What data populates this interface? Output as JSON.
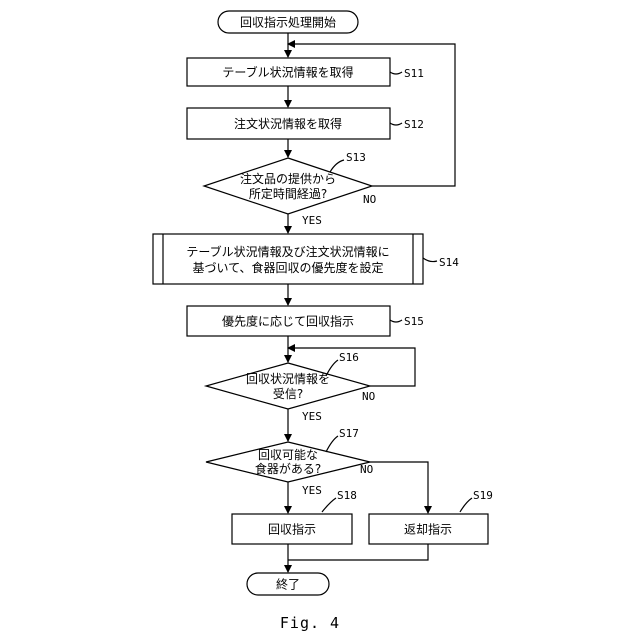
{
  "flowchart": {
    "start": "回収指示処理開始",
    "s11": {
      "text": "テーブル状況情報を取得",
      "label": "S11"
    },
    "s12": {
      "text": "注文状況情報を取得",
      "label": "S12"
    },
    "s13": {
      "line1": "注文品の提供から",
      "line2": "所定時間経過?",
      "label": "S13"
    },
    "s14": {
      "line1": "テーブル状況情報及び注文状況情報に",
      "line2": "基づいて、食器回収の優先度を設定",
      "label": "S14"
    },
    "s15": {
      "text": "優先度に応じて回収指示",
      "label": "S15"
    },
    "s16": {
      "line1": "回収状況情報を",
      "line2": "受信?",
      "label": "S16"
    },
    "s17": {
      "line1": "回収可能な",
      "line2": "食器がある?",
      "label": "S17"
    },
    "s18": {
      "text": "回収指示",
      "label": "S18"
    },
    "s19": {
      "text": "返却指示",
      "label": "S19"
    },
    "end": "終了",
    "yes": "YES",
    "no": "NO"
  },
  "caption": "Fig. 4"
}
